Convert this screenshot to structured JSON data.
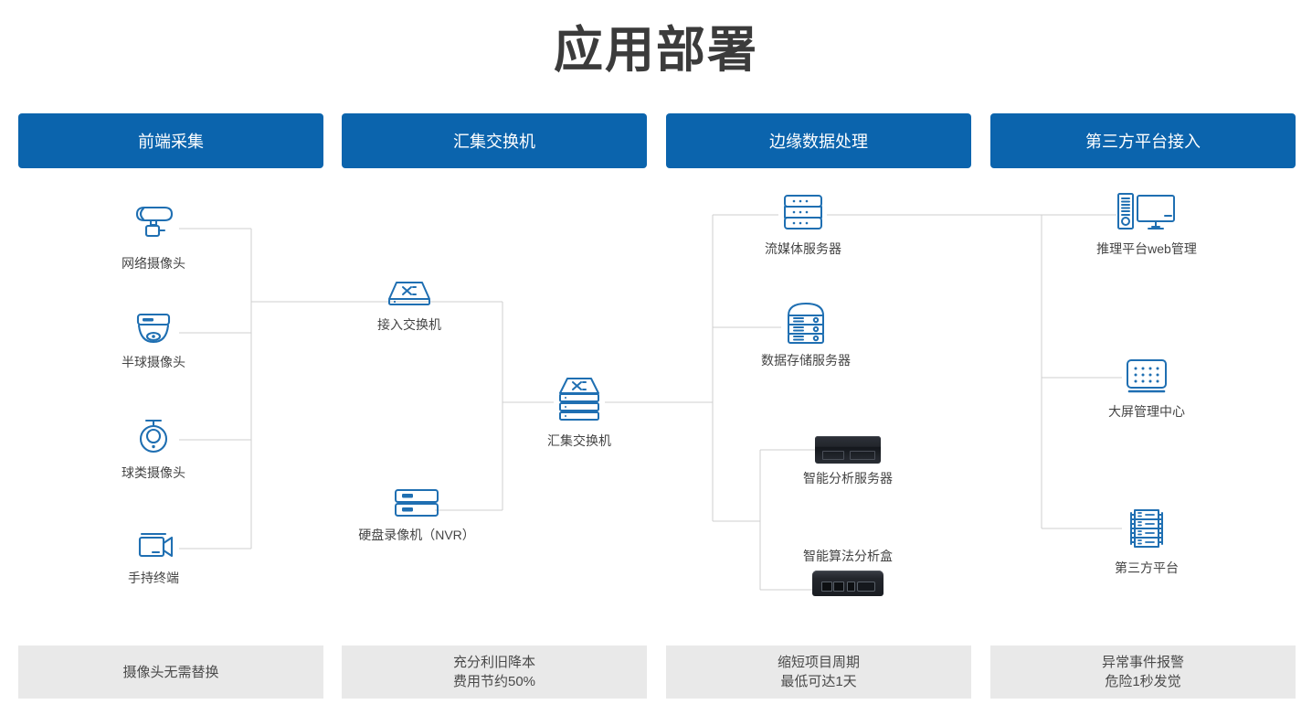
{
  "page": {
    "title": "应用部署"
  },
  "theme": {
    "header_blue": "#0b64ad",
    "icon_blue": "#1f6fb2",
    "wire_gray": "#cfcfcf",
    "footer_bg": "#e9e9e9"
  },
  "columns": [
    {
      "id": "front-end-capture",
      "header": "前端采集"
    },
    {
      "id": "aggregation-switch",
      "header": "汇集交换机"
    },
    {
      "id": "edge-data-processing",
      "header": "边缘数据处理"
    },
    {
      "id": "third-party-platform-access",
      "header": "第三方平台接入"
    }
  ],
  "nodes": {
    "ipcam": {
      "label": "网络摄像头",
      "icon": "bullet-camera-icon"
    },
    "domecam": {
      "label": "半球摄像头",
      "icon": "dome-camera-icon"
    },
    "ptzcam": {
      "label": "球类摄像头",
      "icon": "ptz-camera-icon"
    },
    "handheld": {
      "label": "手持终端",
      "icon": "camcorder-icon"
    },
    "access_switch": {
      "label": "接入交换机",
      "icon": "switch-icon"
    },
    "nvr": {
      "label": "硬盘录像机（NVR）",
      "icon": "nvr-icon"
    },
    "agg_switch": {
      "label": "汇集交换机",
      "icon": "stacked-switch-icon"
    },
    "stream_server": {
      "label": "流媒体服务器",
      "icon": "rack-server-icon"
    },
    "storage_server": {
      "label": "数据存储服务器",
      "icon": "storage-server-icon"
    },
    "analysis_server": {
      "label": "智能分析服务器",
      "icon": "rackmount-server-photo"
    },
    "algo_box": {
      "label": "智能算法分析盒",
      "icon": "edge-ai-box-photo"
    },
    "web_mgmt": {
      "label": "推理平台web管理",
      "icon": "desktop-pc-icon"
    },
    "video_wall": {
      "label": "大屏管理中心",
      "icon": "video-wall-icon"
    },
    "third_party": {
      "label": "第三方平台",
      "icon": "server-rack-icon"
    }
  },
  "footers": [
    {
      "line1": "摄像头无需替换",
      "line2": ""
    },
    {
      "line1": "充分利旧降本",
      "line2": "费用节约50%"
    },
    {
      "line1": "缩短项目周期",
      "line2": "最低可达1天"
    },
    {
      "line1": "异常事件报警",
      "line2": "危险1秒发觉"
    }
  ]
}
